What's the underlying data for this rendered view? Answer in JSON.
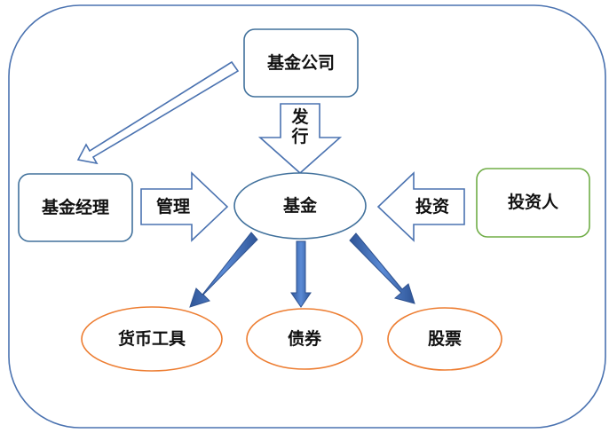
{
  "nodes": {
    "fund_company": "基金公司",
    "fund_manager": "基金经理",
    "fund": "基金",
    "investor": "投资人",
    "money_market": "货币工具",
    "bonds": "债券",
    "stocks": "股票"
  },
  "arrows": {
    "issue": "发行",
    "manage": "管理",
    "invest": "投资"
  },
  "colors": {
    "frame": "#4a72b0",
    "box_border": "#41719c",
    "investor_border": "#70ad47",
    "oval_orange": "#ed7d31",
    "hollow_arrow": "#4a72b0",
    "solid_arrow": "#4472c4",
    "solid_arrow_edge": "#2f528f"
  }
}
